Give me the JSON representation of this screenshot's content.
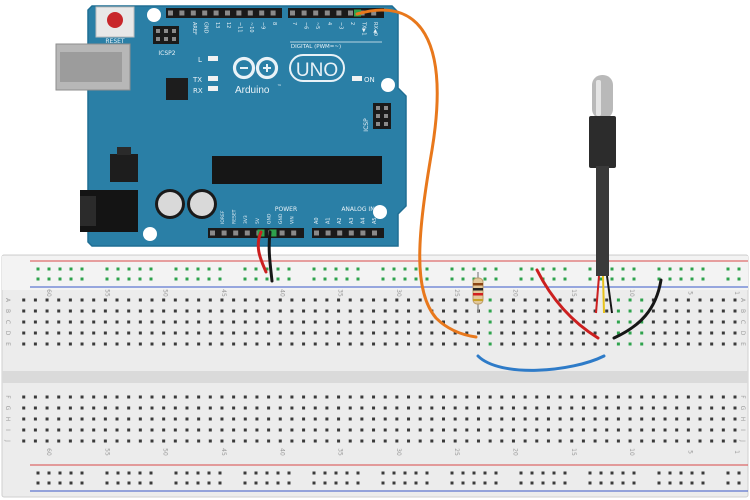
{
  "arduino": {
    "reset_label": "RESET",
    "icsp2_label": "ICSP2",
    "icsp_label": "ICSP",
    "digital_label": "DIGITAL (PWM=~)",
    "uno_label": "UNO",
    "brand_label": "Arduino",
    "tm_label": "™",
    "on_label": "ON",
    "l_label": "L",
    "tx_label": "TX",
    "rx_label": "RX",
    "power_label": "POWER",
    "analog_label": "ANALOG IN",
    "top_header_left_labels": [
      "AREF",
      "GND",
      "13",
      "12",
      "~11",
      "~10",
      "~9",
      "8"
    ],
    "top_header_right_labels": [
      "7",
      "~6",
      "~5",
      "4",
      "~3",
      "2",
      "TX▶1",
      "RX◀0"
    ],
    "power_pin_labels": [
      "IOREF",
      "RESET",
      "3V3",
      "5V",
      "GND",
      "GND",
      "VIN"
    ],
    "analog_pin_labels": [
      "A0",
      "A1",
      "A2",
      "A3",
      "A4",
      "A5"
    ],
    "colors": {
      "board": "#2a7fa6",
      "board_edge": "#1f6e93",
      "silk": "#e9f2f7",
      "header": "#1a1a1a",
      "pin": "#8a8a8a"
    }
  },
  "breadboard": {
    "column_numbers": [
      "60",
      "55",
      "50",
      "45",
      "40",
      "35",
      "30",
      "25",
      "20",
      "15",
      "10",
      "5",
      "1"
    ],
    "row_letters_upper": [
      "A",
      "B",
      "C",
      "D",
      "E"
    ],
    "row_letters_lower": [
      "F",
      "G",
      "H",
      "I",
      "J"
    ],
    "colors": {
      "body": "#ececec",
      "hole": "#3a3a3a",
      "active_hole": "#2ea24c",
      "rail_red": "#d94848",
      "rail_blue": "#3a59c9"
    }
  },
  "wires": {
    "colors": {
      "orange": "#e8781c",
      "red": "#cc1f1f",
      "black": "#161616",
      "blue": "#2e7bc8",
      "yellow": "#e8c21a"
    }
  },
  "components": {
    "resistor_name": "resistor",
    "sensor_name": "waterproof-temperature-probe"
  }
}
